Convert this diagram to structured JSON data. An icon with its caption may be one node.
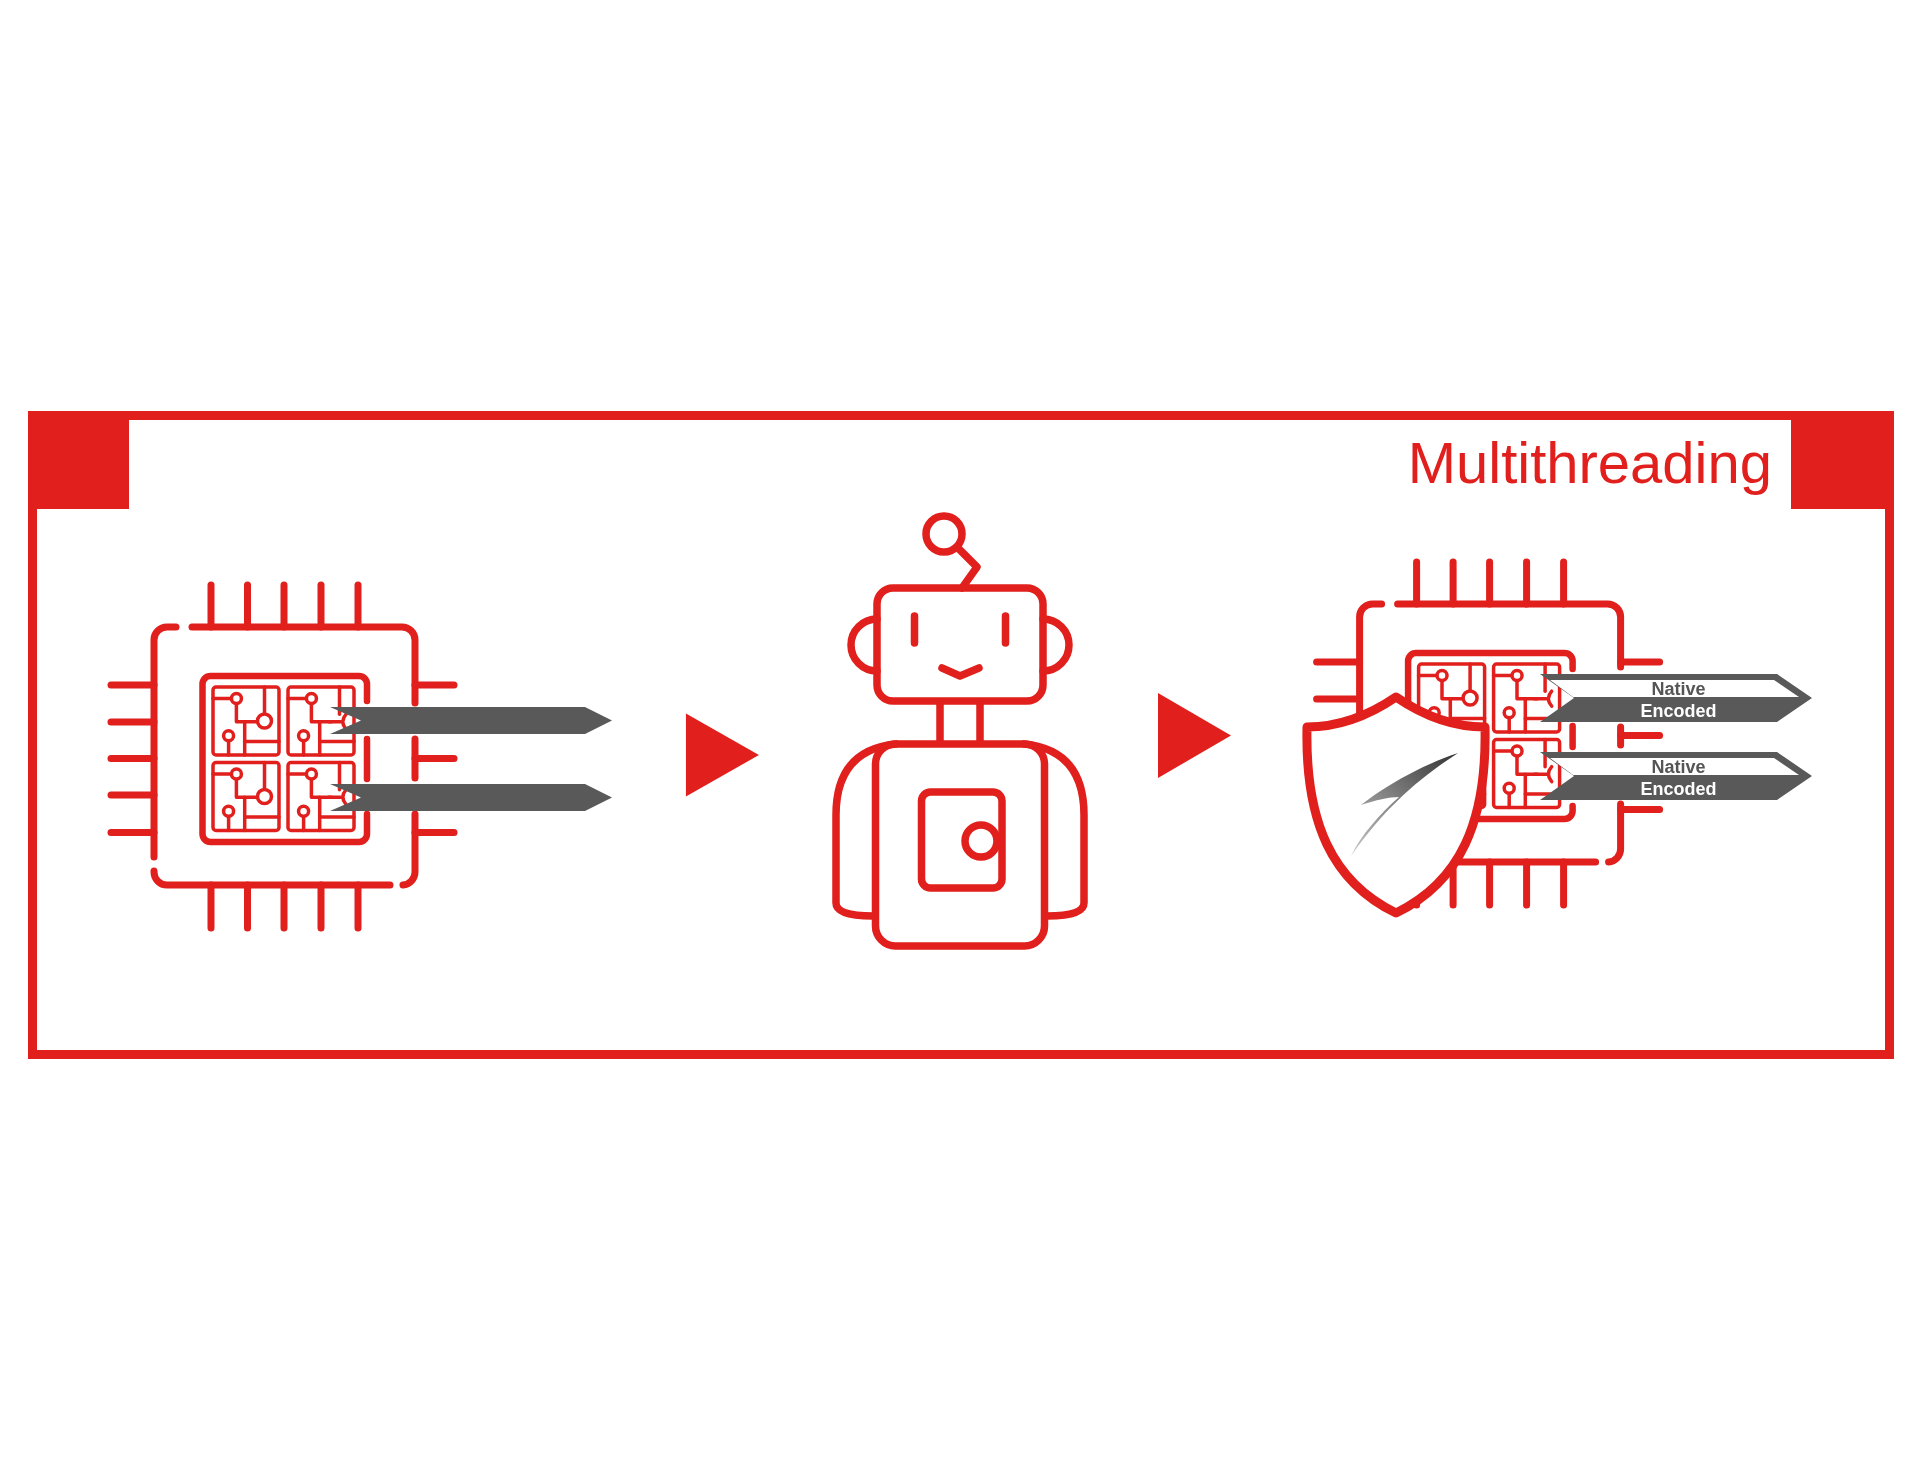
{
  "diagram": {
    "title": "Multithreading",
    "nodes": [
      {
        "text": [],
        "shape": "picture"
      },
      {
        "text": [],
        "shape": "picture"
      },
      {
        "text": [],
        "shape": "picture"
      },
      {
        "text": [
          "Native",
          "Encoded"
        ]
      },
      {
        "text": [
          "Native",
          "Encoded"
        ]
      }
    ],
    "edges": [
      {
        "from": 0,
        "to": 1,
        "arrow": "to"
      },
      {
        "from": 1,
        "to": 2,
        "arrow": "to"
      }
    ]
  }
}
